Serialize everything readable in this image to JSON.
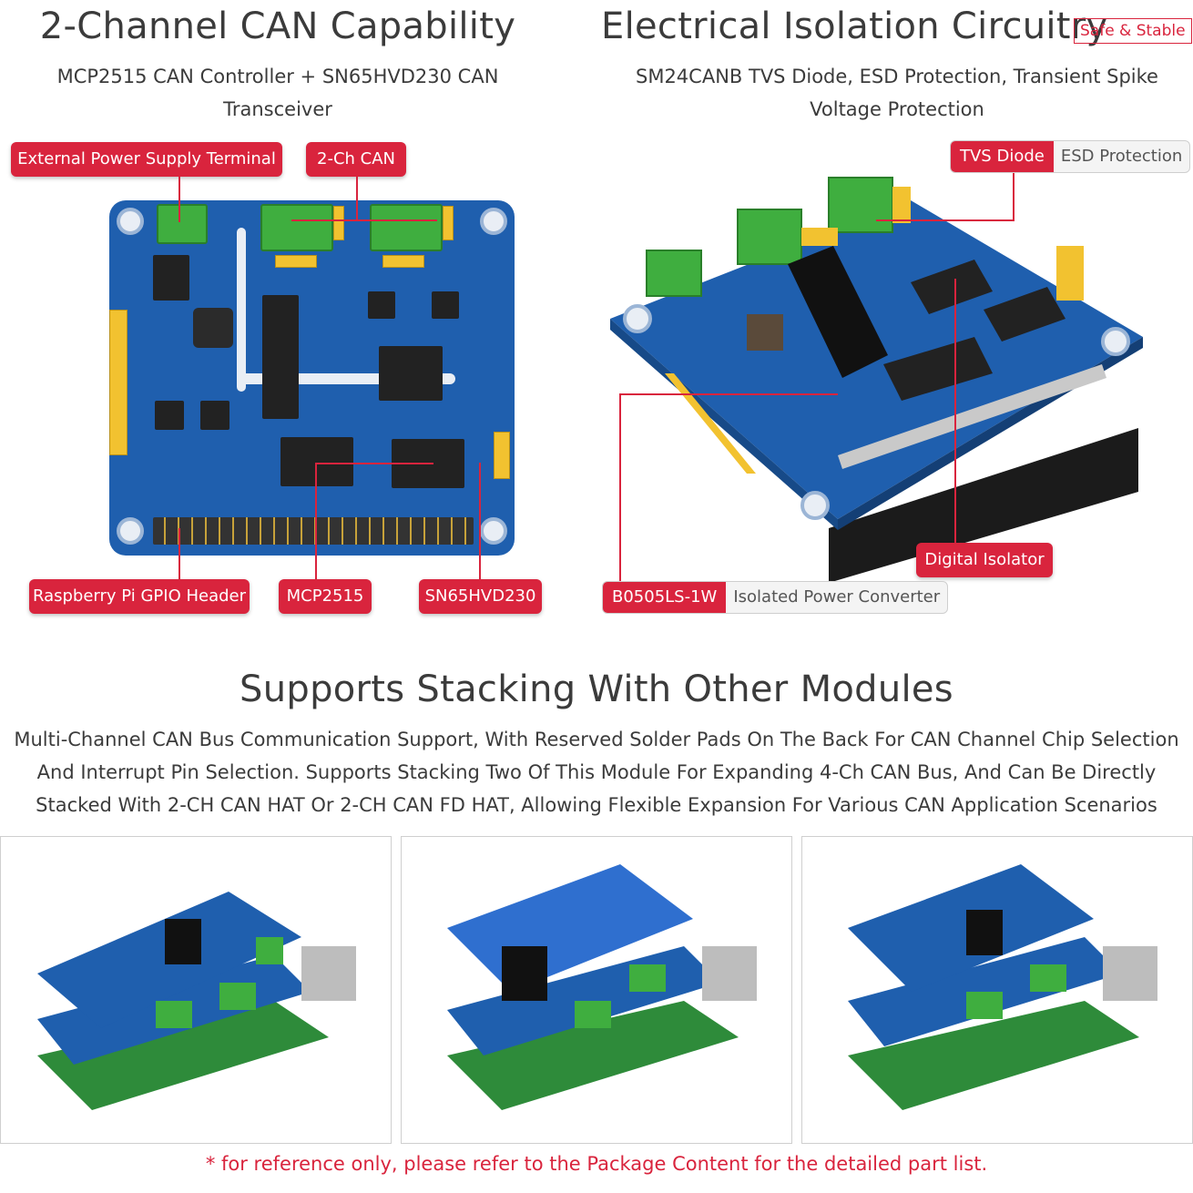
{
  "section1": {
    "title": "2-Channel CAN Capability",
    "subtitle": "MCP2515 CAN Controller + SN65HVD230 CAN Transceiver",
    "labels": {
      "power": "External Power Supply Terminal",
      "can": "2-Ch CAN",
      "gpio": "Raspberry Pi GPIO Header",
      "mcp": "MCP2515",
      "sn": "SN65HVD230"
    }
  },
  "section2": {
    "title": "Electrical Isolation Circuitry",
    "badge": "Safe & Stable",
    "subtitle_line1": "SM24CANB TVS Diode, ESD Protection, Transient Spike",
    "subtitle_line2": "Voltage Protection",
    "labels": {
      "tvs": "TVS Diode",
      "esd": "ESD Protection",
      "iso": "Digital Isolator",
      "b0505": "B0505LS-1W",
      "b0505_desc": "Isolated Power Converter"
    }
  },
  "section3": {
    "title": "Supports Stacking With Other Modules",
    "line1": "Multi-Channel CAN Bus Communication Support, With Reserved Solder Pads On The Back For CAN Channel Chip Selection",
    "line2": "And Interrupt Pin Selection. Supports Stacking Two Of This Module For Expanding 4-Ch CAN Bus, And Can Be Directly",
    "line3": "Stacked With 2-CH CAN HAT Or 2-CH CAN FD HAT, Allowing Flexible Expansion For Various CAN Application Scenarios"
  },
  "footer_note": "* for reference only, please refer to the Package Content for the detailed part list.",
  "colors": {
    "accent": "#d9243d",
    "pcb_blue": "#1f5fae",
    "terminal_green": "#3fae3f",
    "pi_green": "#2e8b3a"
  }
}
